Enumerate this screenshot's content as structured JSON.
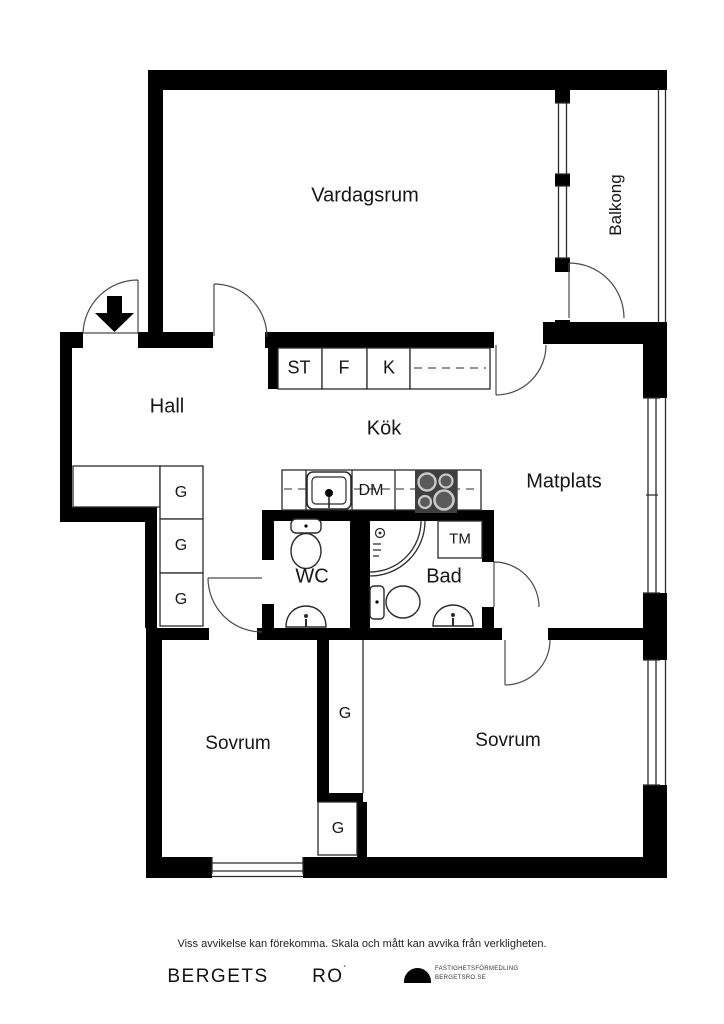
{
  "plan": {
    "rooms": {
      "living": "Vardagsrum",
      "balcony": "Balkong",
      "hall": "Hall",
      "kitchen": "Kök",
      "dining": "Matplats",
      "wc": "WC",
      "bath": "Bad",
      "bedroom_left": "Sovrum",
      "bedroom_right": "Sovrum"
    },
    "fixtures": {
      "st": "ST",
      "f": "F",
      "k": "K",
      "dm": "DM",
      "tm": "TM",
      "g": "G"
    }
  },
  "footer": {
    "disclaimer": "Viss avvikelse kan förekomma. Skala och mått kan avvika från verkligheten.",
    "brand_1": "BERGETS",
    "brand_2": "RO",
    "brand_mark": "˚",
    "logo_line1": "FASTIGHETSFÖRMEDLING",
    "logo_line2": "BERGETSRO.SE"
  },
  "colors": {
    "wall": "#000000",
    "line": "#2b2b2b",
    "stove": "#3f3f3f"
  }
}
